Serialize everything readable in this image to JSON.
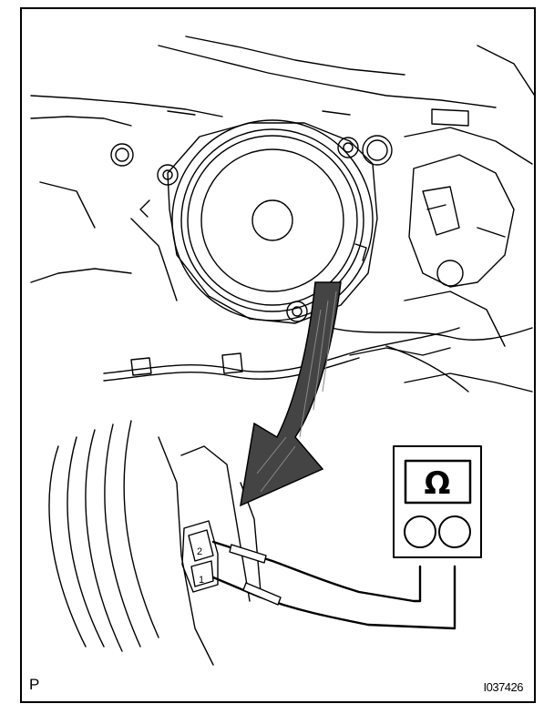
{
  "figure": {
    "corner_letter": "P",
    "figure_number": "I037426",
    "meter_symbol": "Ω",
    "connector_pins": [
      "2",
      "1"
    ]
  },
  "icons": {
    "meter": "ohmmeter-icon",
    "arrow": "curved-arrow-icon"
  }
}
